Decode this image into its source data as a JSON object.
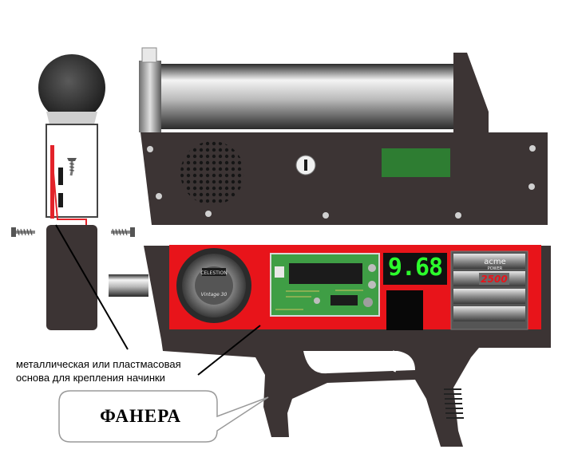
{
  "annotations": {
    "caption_line1": "металлическая или пластмасовая",
    "caption_line2": "основа для крепления  начинки",
    "plywood_label": "ФАНЕРА"
  },
  "display": {
    "value": "9.68"
  },
  "speaker": {
    "brand": "CELESTION",
    "model": "Vintage 30"
  },
  "battery": {
    "brand": "acme",
    "subtitle": "POWER",
    "capacity": "2500"
  },
  "colors": {
    "body_dark": "#3a3535",
    "red_panel": "#e8141a",
    "display_green": "#2cff2c",
    "lcd_window": "#2e7d32",
    "barrel": "#9e9e9e"
  }
}
